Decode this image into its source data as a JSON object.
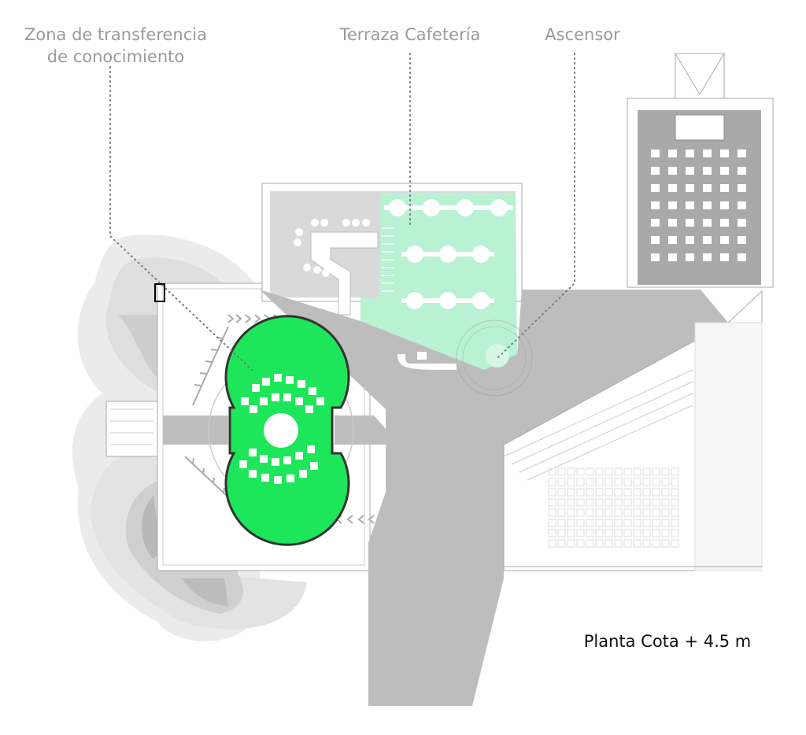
{
  "labels": {
    "knowledge_zone_line1": "Zona de transferencia",
    "knowledge_zone_line2": "de conocimiento",
    "cafe_terrace": "Terraza Cafetería",
    "elevator": "Ascensor"
  },
  "plan_title": "Planta Cota + 4.5 m",
  "colors": {
    "knowledge_zone": "#1ee65a",
    "terrace": "#b9f2d2",
    "corridor": "#bdbdbd",
    "lecture_hall": "#a9a9a9",
    "label_text": "#9a9a9a"
  }
}
